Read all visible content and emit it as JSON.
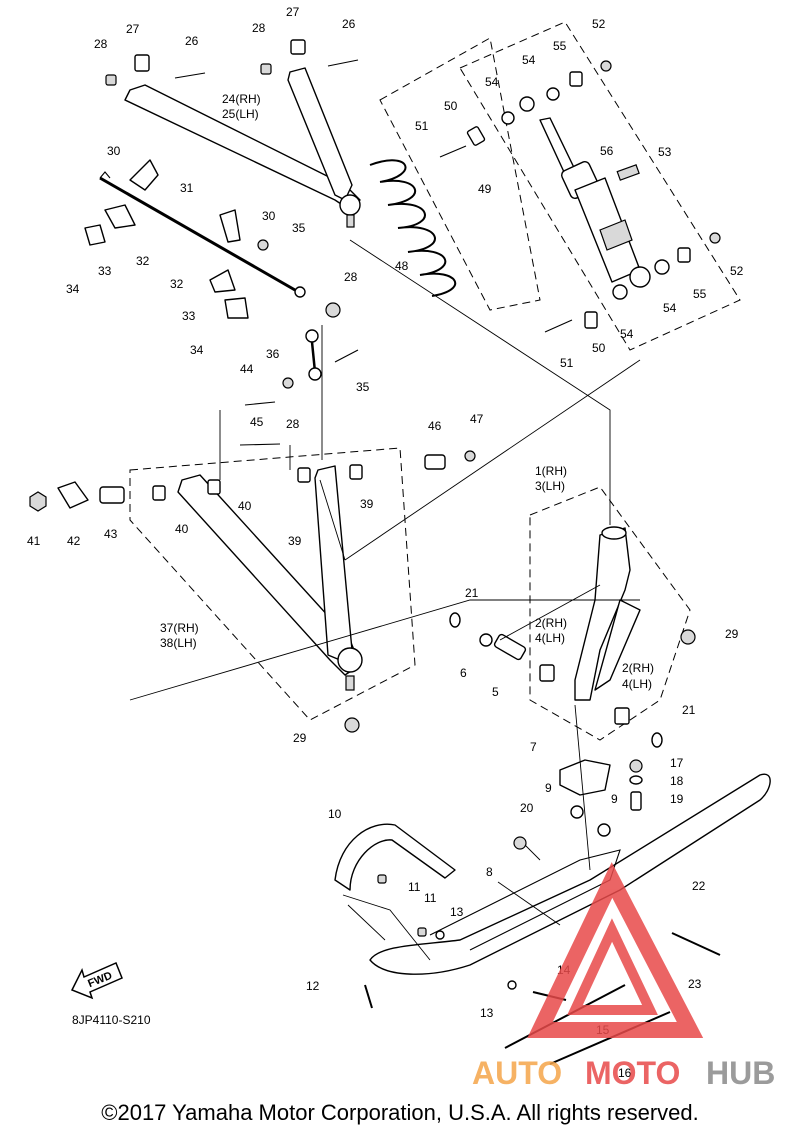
{
  "copyright": "©2017 Yamaha Motor Corporation, U.S.A. All rights reserved.",
  "diagram_code": "8JP4110-S210",
  "fwd_label": "FWD",
  "watermark": {
    "auto": "AUTO",
    "moto": "MOTO",
    "hub": "HUB"
  },
  "labels": {
    "l1": "1(RH)",
    "l3": "3(LH)",
    "l2a": "2(RH)",
    "l4a": "4(LH)",
    "l2b": "2(RH)",
    "l4b": "4(LH)",
    "l5": "5",
    "l6": "6",
    "l7": "7",
    "l8": "8",
    "l9a": "9",
    "l9b": "9",
    "l10": "10",
    "l11a": "11",
    "l11b": "11",
    "l12": "12",
    "l13a": "13",
    "l13b": "13",
    "l14": "14",
    "l15": "15",
    "l16": "16",
    "l17": "17",
    "l18": "18",
    "l19": "19",
    "l20": "20",
    "l21a": "21",
    "l21b": "21",
    "l22": "22",
    "l23": "23",
    "l24": "24(RH)",
    "l25": "25(LH)",
    "l26a": "26",
    "l26b": "26",
    "l27a": "27",
    "l27b": "27",
    "l28a": "28",
    "l28b": "28",
    "l28c": "28",
    "l28d": "28",
    "l29a": "29",
    "l29b": "29",
    "l30a": "30",
    "l30b": "30",
    "l31": "31",
    "l32a": "32",
    "l32b": "32",
    "l33a": "33",
    "l33b": "33",
    "l34a": "34",
    "l34b": "34",
    "l35a": "35",
    "l35b": "35",
    "l36": "36",
    "l37": "37(RH)",
    "l38": "38(LH)",
    "l39a": "39",
    "l39b": "39",
    "l40a": "40",
    "l40b": "40",
    "l41": "41",
    "l42": "42",
    "l43": "43",
    "l44": "44",
    "l45": "45",
    "l46": "46",
    "l47": "47",
    "l48": "48",
    "l49": "49",
    "l50a": "50",
    "l50b": "50",
    "l51a": "51",
    "l51b": "51",
    "l52a": "52",
    "l52b": "52",
    "l53": "53",
    "l54a": "54",
    "l54b": "54",
    "l54c": "54",
    "l54d": "54",
    "l55a": "55",
    "l55b": "55",
    "l56": "56"
  },
  "colors": {
    "watermark_red": "#e84a4a",
    "watermark_orange": "#f5a54a",
    "watermark_gray": "#8a8a8a"
  }
}
